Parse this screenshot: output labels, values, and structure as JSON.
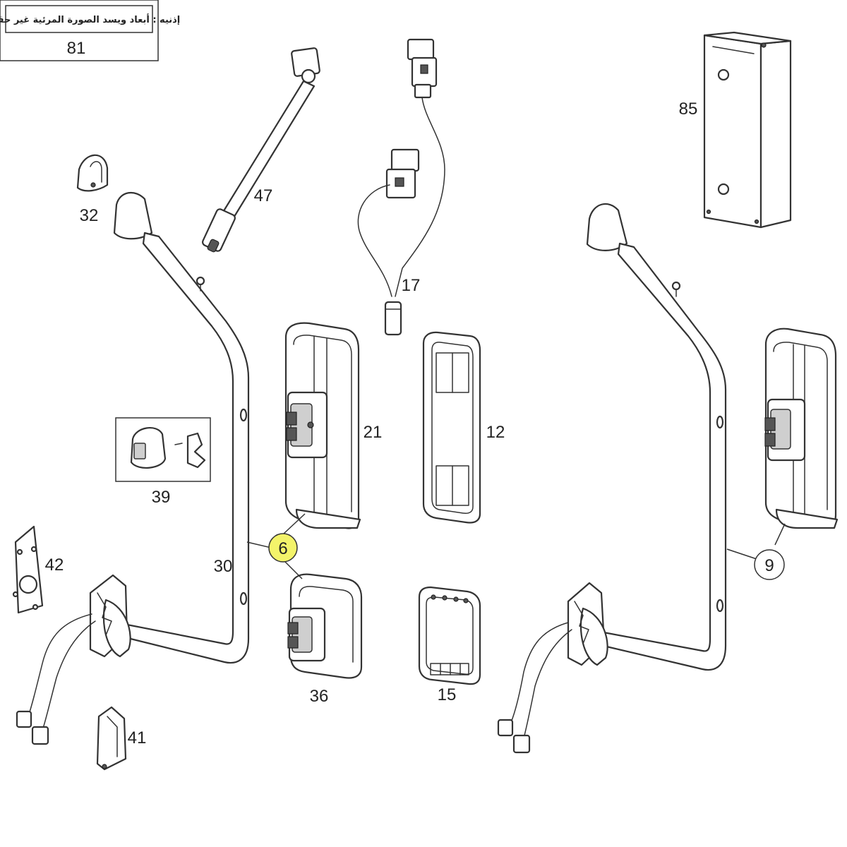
{
  "note": {
    "text": "إذنيه : أبعاد ويسد الصورة المرئية غير حقيقية",
    "number": "81"
  },
  "callouts": {
    "p85": "85",
    "p47": "47",
    "p32": "32",
    "p17": "17",
    "p21": "21",
    "p12": "12",
    "p39": "39",
    "p42": "42",
    "p30": "30",
    "p6": "6",
    "p9": "9",
    "p36": "36",
    "p15": "15",
    "p41": "41"
  },
  "colors": {
    "highlight": "#f3f36a",
    "line": "#333333",
    "background": "#ffffff"
  }
}
